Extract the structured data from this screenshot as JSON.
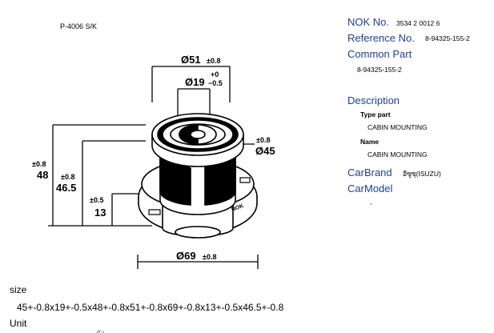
{
  "product": {
    "code": "P-4006 S/K"
  },
  "drawing": {
    "dims": {
      "d51_base": "Ø51",
      "d51_tol": "±0.8",
      "d19_base": "Ø19",
      "d19_tol_plus": "+0",
      "d19_tol_minus": "−0.5",
      "d45_tol": "±0.8",
      "d45_base": "Ø45",
      "h48_tol": "±0.8",
      "h48": "48",
      "h465_tol": "±0.8",
      "h465": "46.5",
      "h13_tol": "±0.5",
      "h13": "13",
      "d69_base": "Ø69",
      "d69_tol": "±0.8"
    },
    "brand_mark": "NOK"
  },
  "specs": {
    "nok_no_label": "NOK No.",
    "nok_no_value": "3534 2 0012 6",
    "reference_label": "Reference No.",
    "reference_value": "8-94325-155-2",
    "common_part_label": "Common Part",
    "common_part_value": "8-94325-155-2",
    "description_label": "Description",
    "type_part_label": "Type part",
    "type_part_value": "CABIN MOUNTING",
    "name_label": "Name",
    "name_value": "CABIN MOUNTING",
    "carbrand_label": "CarBrand",
    "carbrand_value": "อีซูซุ(ISUZU)",
    "carmodel_label": "CarModel",
    "carmodel_value": "-"
  },
  "bottom": {
    "size_label": "size",
    "size_value": "45+-0.8x19+-0.5x48+-0.8x51+-0.8x69+-0.8x13+-0.5x46.5+-0.8",
    "unit_label": "Unit",
    "unit_value": "ตัว"
  }
}
